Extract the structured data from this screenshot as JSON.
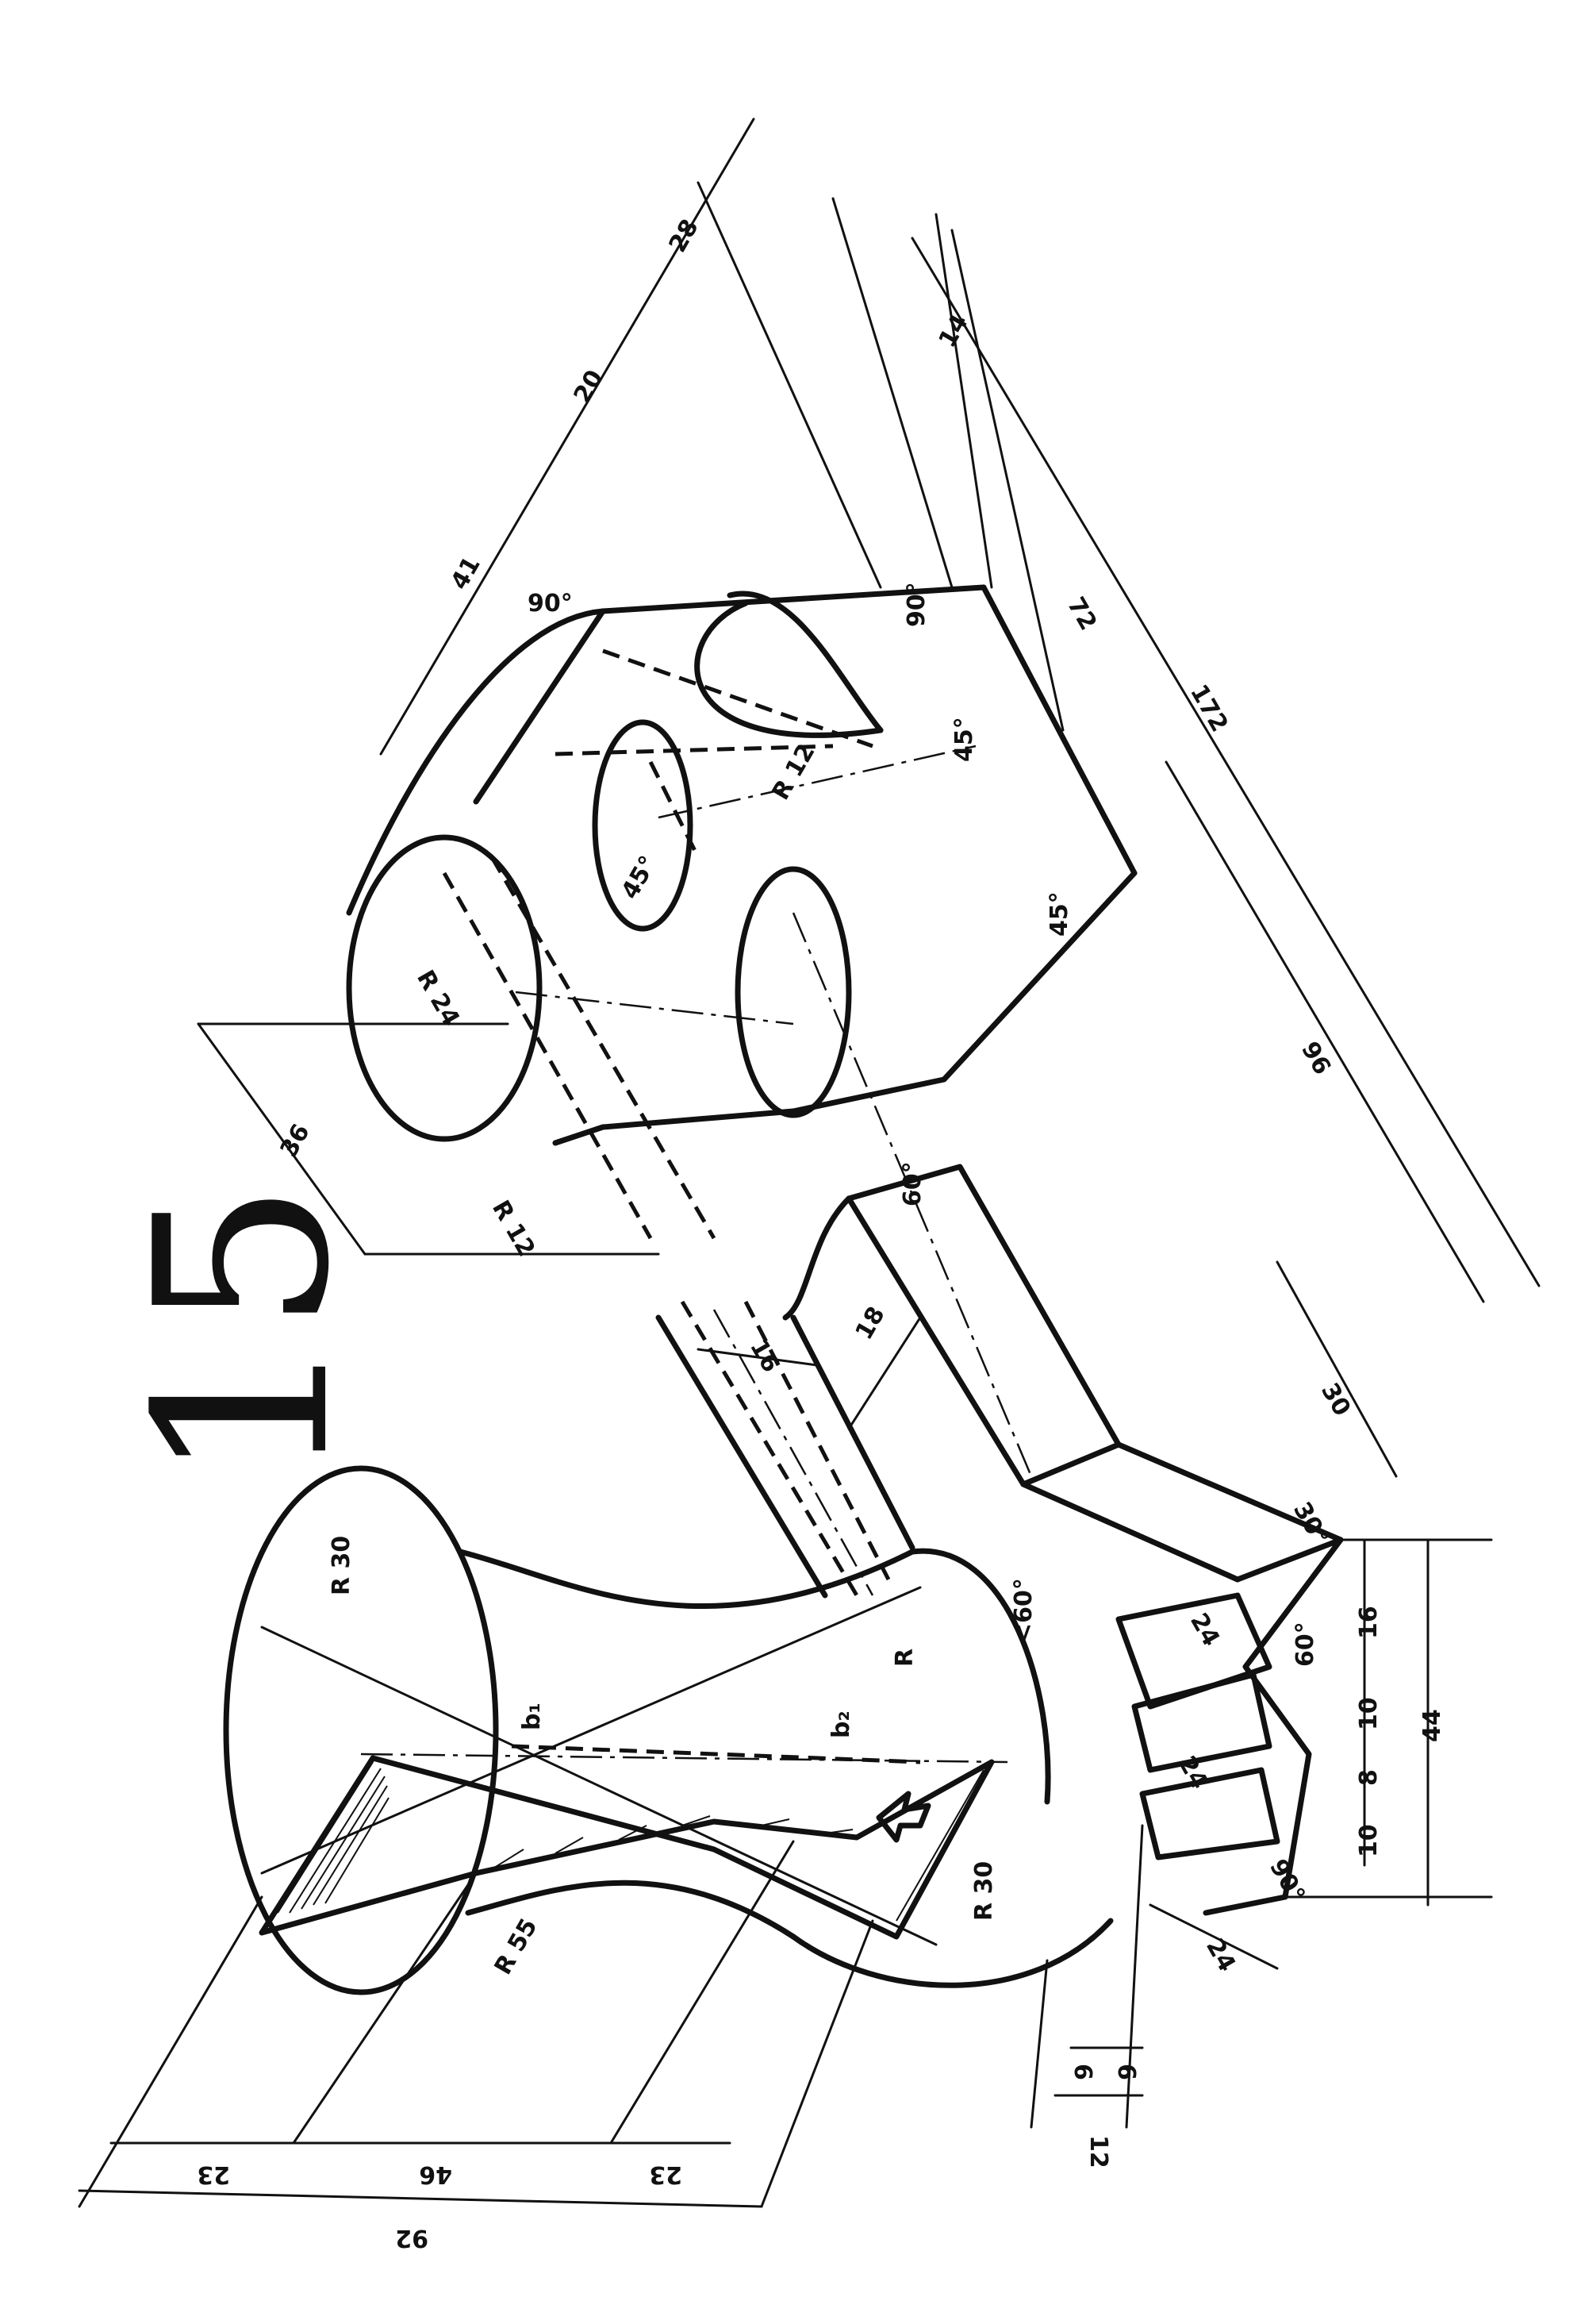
{
  "sheet_number": "15",
  "dimensions": {
    "d_41": "41",
    "d_20": "20",
    "d_28": "28",
    "d_14": "14",
    "d_72": "72",
    "d_172": "172",
    "d_96": "96",
    "d_30_right": "30",
    "d_36": "36",
    "d_16_slot": "16",
    "d_18": "18",
    "d_92": "92",
    "d_23_left": "23",
    "d_46": "46",
    "d_23_right": "23",
    "d_12": "12",
    "d_6a": "6",
    "d_6b": "6",
    "d_24_a": "24",
    "d_24_b": "24",
    "d_24_c": "24",
    "d_16_right": "16",
    "d_10_a": "10",
    "d_8": "8",
    "d_10_b": "10",
    "d_44": "44"
  },
  "radii": {
    "r_30_top": "R 30",
    "r_30_bottom": "R 30",
    "r_55": "R 55",
    "r_24": "R 24",
    "r_12_upper": "R 12",
    "r_12_lower": "R 12",
    "r_plain": "R"
  },
  "angles": {
    "a_90_top": "90°",
    "a_90_slot": "90°",
    "a_45_a": "45°",
    "a_45_b": "45°",
    "a_45_c": "45°",
    "a_60_step": "60°",
    "a_30": "30°",
    "a_60_right": "60°",
    "a_lt60": "<60°",
    "a_90_bottom": "90°"
  },
  "points": {
    "b1": "b₁",
    "b2": "b₂"
  }
}
